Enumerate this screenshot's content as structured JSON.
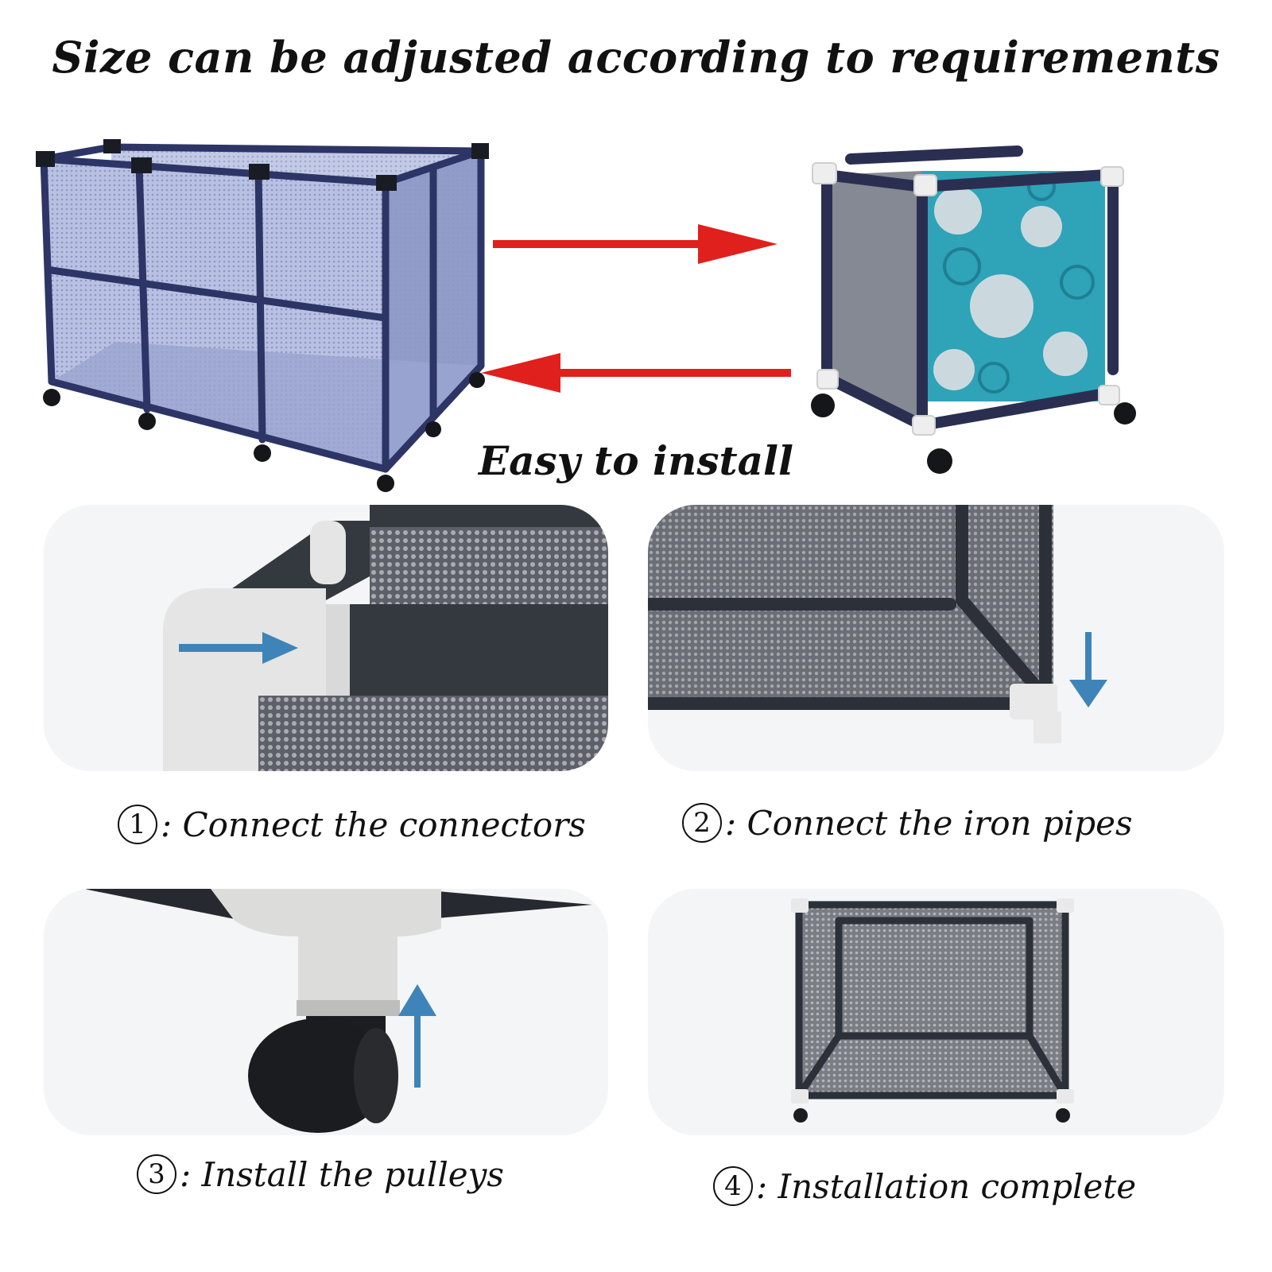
{
  "headline": "Size can be adjusted according to requirements",
  "subheadline": "Easy to install",
  "colors": {
    "arrow_red": "#e0201c",
    "frame_navy": "#2d3566",
    "mesh_blue": "#a7b1d8",
    "pipe_dark": "#34383f",
    "connector_white": "#e4e5e4",
    "hint_blue": "#3f84b8",
    "towel_teal": "#2fa3b8"
  },
  "steps": [
    {
      "number": "1",
      "text": ": Connect the connectors"
    },
    {
      "number": "2",
      "text": ": Connect the iron pipes"
    },
    {
      "number": "3",
      "text": ": Install the pulleys"
    },
    {
      "number": "4",
      "text": ": Installation complete"
    }
  ]
}
